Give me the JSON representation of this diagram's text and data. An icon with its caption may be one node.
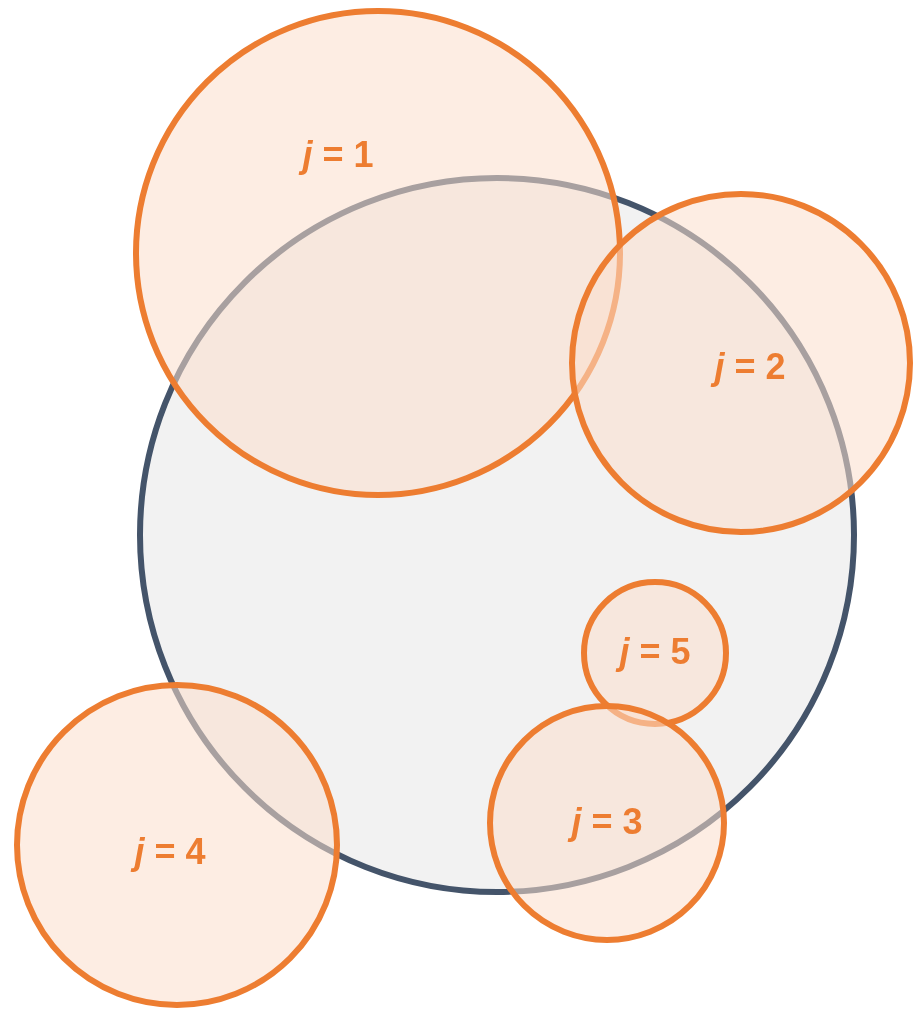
{
  "diagram": {
    "nodes": [
      {
        "text": [
          "*j* = 1"
        ]
      },
      {
        "text": [],
        "shape": "circle"
      },
      {
        "text": [
          "*j* = 2"
        ]
      },
      {
        "text": [
          "*j* = 5"
        ],
        "in": 1
      },
      {
        "text": [
          "*j* = 4"
        ]
      },
      {
        "text": [
          "*j* = 3"
        ]
      }
    ]
  }
}
